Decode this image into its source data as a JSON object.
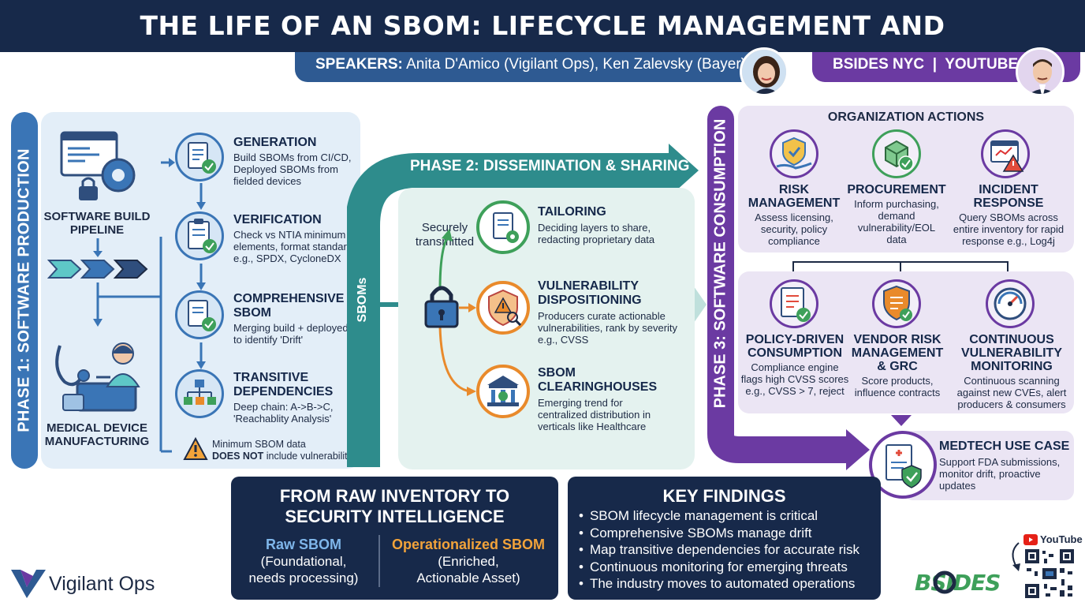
{
  "title": "THE LIFE OF AN SBOM: LIFECYCLE MANAGEMENT AND OPERATIONALIZATION",
  "speakers": {
    "label": "SPEAKERS:",
    "names": " Anita D'Amico (Vigilant Ops), Ken Zalevsky (Bayer)"
  },
  "event": "BSIDES NYC  |  YOUTUBE",
  "phase1": {
    "label": "PHASE 1: SOFTWARE PRODUCTION",
    "pipeline_label": "SOFTWARE BUILD\nPIPELINE",
    "device_label": "MEDICAL DEVICE\nMANUFACTURING",
    "stages": [
      {
        "title": "GENERATION",
        "desc": "Build SBOMs from CI/CD,\nDeployed SBOMs from\nfielded devices"
      },
      {
        "title": "VERIFICATION",
        "desc": "Check vs NTIA minimum\nelements, format standards\ne.g., SPDX, CycloneDX"
      },
      {
        "title": "COMPREHENSIVE\nSBOM",
        "desc": "Merging build + deployed\nto identify 'Drift'"
      },
      {
        "title": "TRANSITIVE\nDEPENDENCIES",
        "desc": "Deep chain: A->B->C,\n'Reachablity Analysis'"
      }
    ],
    "warning_line1": "Minimum SBOM data",
    "warning_bold": "DOES NOT",
    "warning_rest": " include vulnerabilities"
  },
  "arrow_label": "SBOMs",
  "phase2": {
    "title": "PHASE 2: DISSEMINATION & SHARING",
    "secure_label": "Securely\ntransmitted",
    "items": [
      {
        "title": "TAILORING",
        "desc": "Deciding layers to share,\nredacting proprietary data"
      },
      {
        "title": "VULNERABILITY\nDISPOSITIONING",
        "desc": "Producers curate actionable\nvulnerabilities, rank by severity\ne.g., CVSS"
      },
      {
        "title": "SBOM\nCLEARINGHOUSES",
        "desc": "Emerging trend for\ncentralized distribution in\nverticals like Healthcare"
      }
    ]
  },
  "phase3": {
    "label": "PHASE 3: SOFTWARE CONSUMPTION",
    "org_title": "ORGANIZATION ACTIONS",
    "top": [
      {
        "title": "RISK\nMANAGEMENT",
        "desc": "Assess licensing,\nsecurity, policy\ncompliance"
      },
      {
        "title": "PROCUREMENT",
        "desc": "Inform purchasing,\ndemand\nvulnerability/EOL\ndata"
      },
      {
        "title": "INCIDENT\nRESPONSE",
        "desc": "Query SBOMs across\nentire inventory for rapid\nresponse e.g., Log4j"
      }
    ],
    "bottom": [
      {
        "title": "POLICY-DRIVEN\nCONSUMPTION",
        "desc": "Compliance engine\nflags high CVSS scores\ne.g., CVSS > 7, reject"
      },
      {
        "title": "VENDOR RISK\nMANAGEMENT\n& GRC",
        "desc": "Score products,\ninfluence contracts"
      },
      {
        "title": "CONTINUOUS\nVULNERABILITY\nMONITORING",
        "desc": "Continuous scanning\nagainst new CVEs, alert\nproducers & consumers"
      }
    ],
    "medtech": {
      "title": "MEDTECH USE CASE",
      "desc": "Support FDA submissions,\nmonitor drift, proactive\nupdates"
    }
  },
  "raw_box": {
    "title": "FROM RAW INVENTORY TO\nSECURITY INTELLIGENCE",
    "left_title": "Raw SBOM",
    "left_desc": "(Foundational,\nneeds processing)",
    "right_title": "Operationalized SBOM",
    "right_desc": "(Enriched,\nActionable Asset)"
  },
  "key_findings": {
    "title": "KEY FINDINGS",
    "items": [
      "SBOM lifecycle management is critical",
      "Comprehensive SBOMs manage drift",
      "Map transitive dependencies for accurate risk",
      "Continuous monitoring for emerging threats",
      "The industry moves to automated operations"
    ]
  },
  "logo_text": "Vigilant Ops",
  "youtube_label": "YouTube",
  "bsides_logo": "BSIDES",
  "colors": {
    "navy": "#17294a",
    "blue": "#3a75b6",
    "teal": "#2e8c8c",
    "purple": "#6b3aa2",
    "orange": "#e98a2b",
    "green": "#3ea05a"
  }
}
